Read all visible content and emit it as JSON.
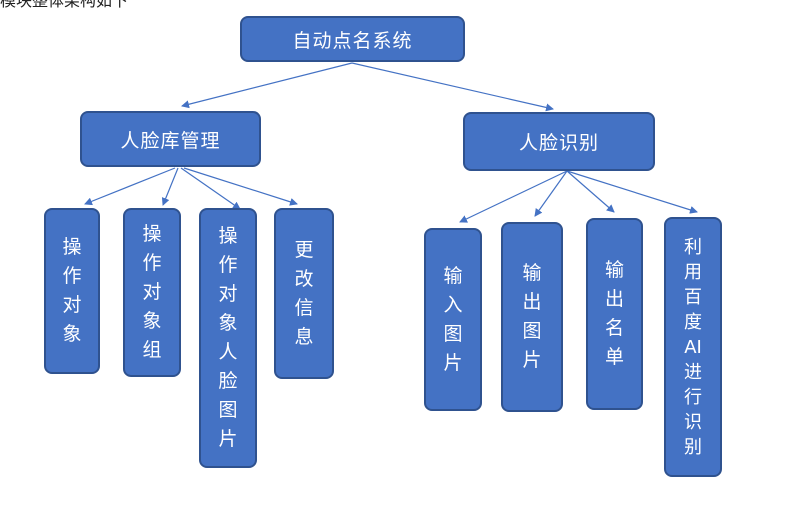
{
  "top_cut_text": "模块整体架构如下",
  "nodes": {
    "root": {
      "label": "自动点名系统"
    },
    "face_library": {
      "label": "人脸库管理"
    },
    "face_recognition": {
      "label": "人脸识别"
    },
    "op_object": {
      "label": "操\n作\n对\n象"
    },
    "op_object_group": {
      "label": "操\n作\n对\n象\n组"
    },
    "op_object_face_image": {
      "label": "操\n作\n对\n象\n人\n脸\n图\n片"
    },
    "change_info": {
      "label": "更\n改\n信\n息"
    },
    "input_image": {
      "label": "输\n入\n图\n片"
    },
    "output_image": {
      "label": "输\n出\n图\n片"
    },
    "output_list": {
      "label": "输\n出\n名\n单"
    },
    "baidu_ai": {
      "label": "利\n用\n百\n度\nAI\n进\n行\n识\n别"
    }
  },
  "colors": {
    "fill": "#4472c4",
    "border": "#2f528f",
    "line": "#4472c4",
    "text": "#ffffff"
  }
}
